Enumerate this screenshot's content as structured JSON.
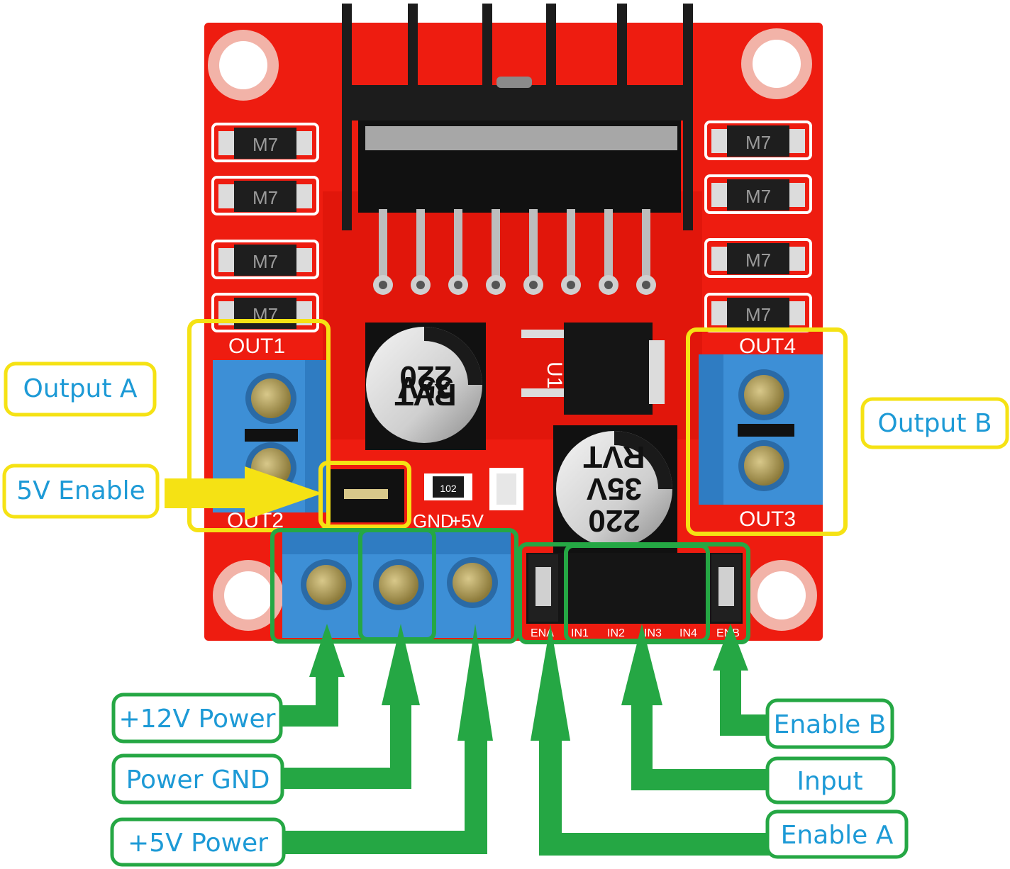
{
  "colors": {
    "board": "#ee1c10",
    "terminal": "#3d8fd6",
    "heatsink": "#1c1c1c",
    "yellow_highlight": "#f5e214",
    "green_highlight": "#25a744",
    "label_text": "#1d9ad6"
  },
  "callouts": {
    "output_a": "Output A",
    "five_v_enable": "5V Enable",
    "output_b": "Output B",
    "plus12v_power": "+12V Power",
    "power_gnd": "Power GND",
    "plus5v_power": "+5V Power",
    "enable_b": "Enable B",
    "input": "Input",
    "enable_a": "Enable A"
  },
  "silkscreen": {
    "out1": "OUT1",
    "out2": "OUT2",
    "out3": "OUT3",
    "out4": "OUT4",
    "gnd": "GND",
    "plus5v": "+5V",
    "u1": "U1",
    "ena": "ENA",
    "in1": "IN1",
    "in2": "IN2",
    "in3": "IN3",
    "in4": "IN4",
    "enb": "ENB"
  },
  "components": {
    "diode_marking": "M7",
    "capacitor_lines": [
      "RVT",
      "35V",
      "220"
    ],
    "resistor_marking": "102"
  }
}
